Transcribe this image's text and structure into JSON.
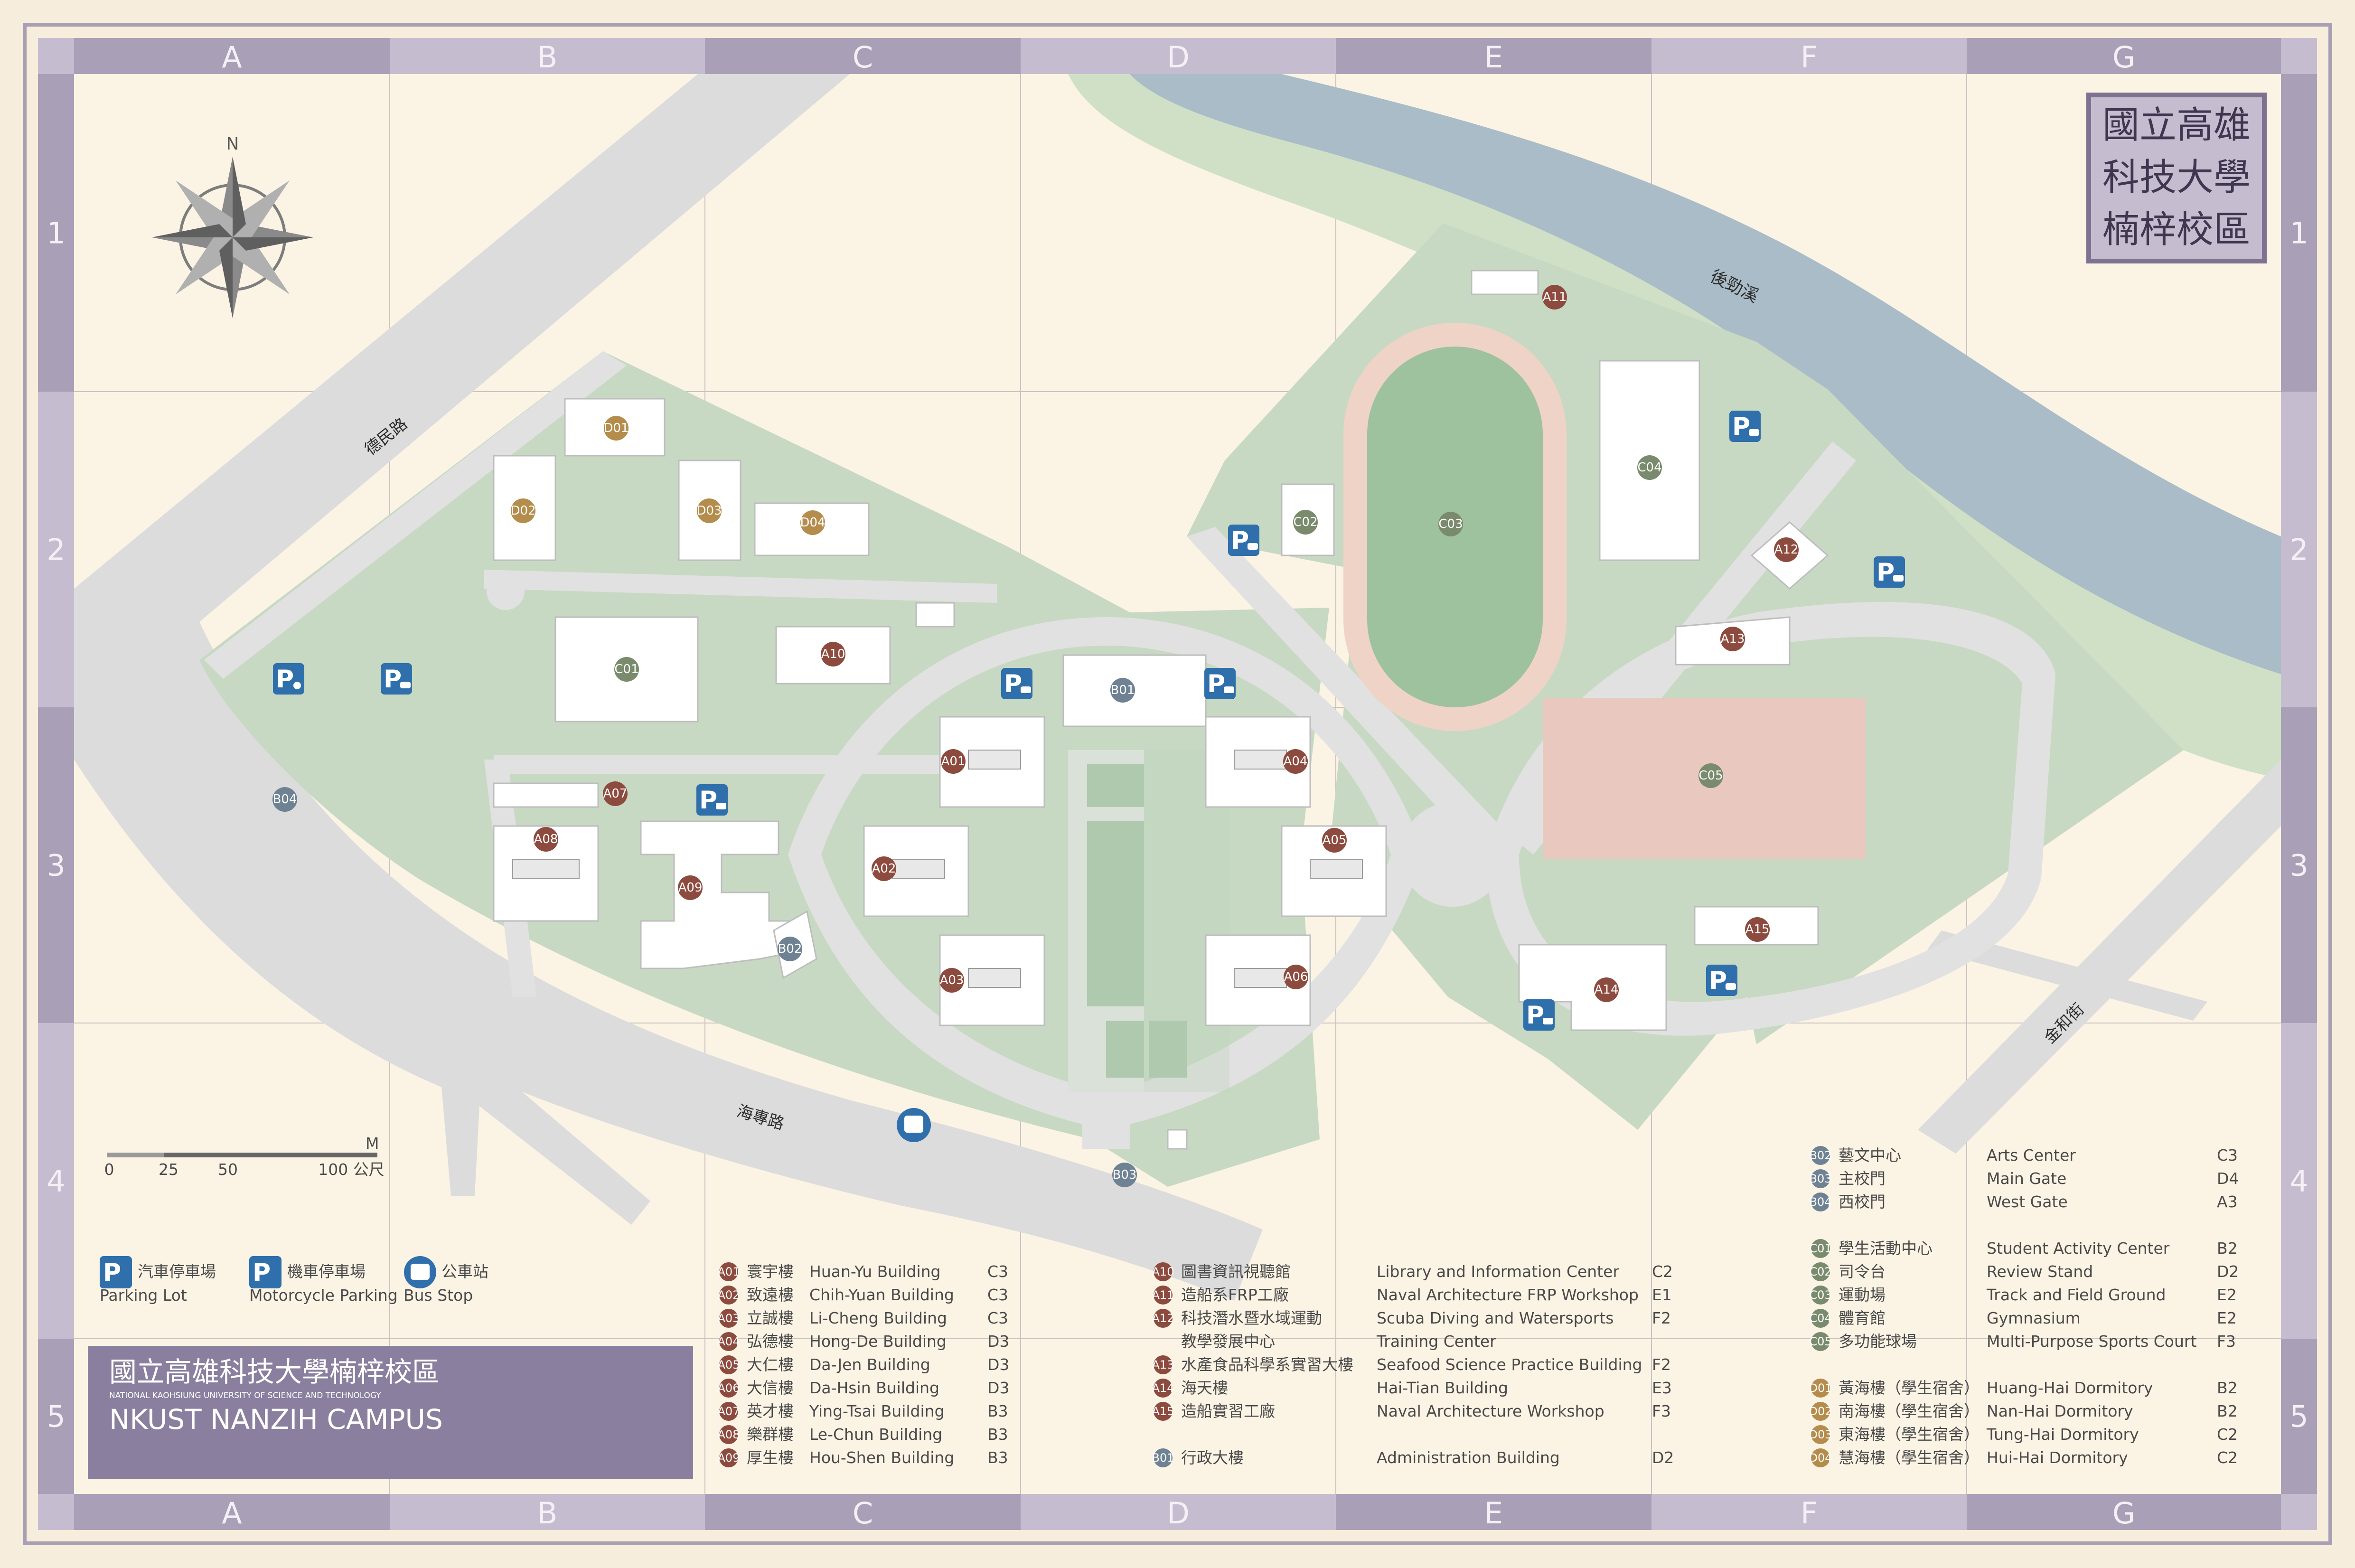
{
  "title": {
    "box_lines": [
      "國立高雄",
      "科技大學",
      "楠梓校區"
    ],
    "banner_cn": "國立高雄科技大學楠梓校區",
    "banner_en_small": "NATIONAL KAOHSIUNG UNIVERSITY OF SCIENCE AND TECHNOLOGY",
    "banner_en": "NKUST  NANZIH  CAMPUS"
  },
  "grid": {
    "columns": [
      "A",
      "B",
      "C",
      "D",
      "E",
      "F",
      "G"
    ],
    "rows": [
      "1",
      "2",
      "3",
      "4",
      "5"
    ]
  },
  "compass": {
    "north": "N"
  },
  "roads": {
    "demin": "德民路",
    "haizhuan": "海專路",
    "jinhe": "金和街",
    "houjing": "後勁溪"
  },
  "scale": {
    "labels": [
      "0",
      "25",
      "50",
      "100 公尺"
    ],
    "unit": "M"
  },
  "legend_symbols": [
    {
      "icon": "car-parking",
      "cn": "汽車停車場",
      "en": "Parking Lot"
    },
    {
      "icon": "motorcycle-parking",
      "cn": "機車停車場",
      "en": "Motorcycle Parking"
    },
    {
      "icon": "bus",
      "cn": "公車站",
      "en": "Bus Stop"
    }
  ],
  "buildings": [
    {
      "code": "A01",
      "cn": "寰宇樓",
      "en": "Huan-Yu Building",
      "grid": "C3"
    },
    {
      "code": "A02",
      "cn": "致遠樓",
      "en": "Chih-Yuan Building",
      "grid": "C3"
    },
    {
      "code": "A03",
      "cn": "立誠樓",
      "en": "Li-Cheng Building",
      "grid": "C3"
    },
    {
      "code": "A04",
      "cn": "弘德樓",
      "en": "Hong-De Building",
      "grid": "D3"
    },
    {
      "code": "A05",
      "cn": "大仁樓",
      "en": "Da-Jen Building",
      "grid": "D3"
    },
    {
      "code": "A06",
      "cn": "大信樓",
      "en": "Da-Hsin Building",
      "grid": "D3"
    },
    {
      "code": "A07",
      "cn": "英才樓",
      "en": "Ying-Tsai Building",
      "grid": "B3"
    },
    {
      "code": "A08",
      "cn": "樂群樓",
      "en": "Le-Chun Building",
      "grid": "B3"
    },
    {
      "code": "A09",
      "cn": "厚生樓",
      "en": "Hou-Shen Building",
      "grid": "B3"
    },
    {
      "code": "A10",
      "cn": "圖書資訊視聽館",
      "en": "Library and Information Center",
      "grid": "C2"
    },
    {
      "code": "A11",
      "cn": "造船系FRP工廠",
      "en": "Naval Architecture FRP Workshop",
      "grid": "E1"
    },
    {
      "code": "A12",
      "cn": "科技潛水暨水域運動",
      "en": "Scuba Diving and Watersports",
      "grid": "F2"
    },
    {
      "code": "",
      "cn": "教學發展中心",
      "en": "Training Center",
      "grid": ""
    },
    {
      "code": "A13",
      "cn": "水產食品科學系實習大樓",
      "en": "Seafood Science Practice Building",
      "grid": "F2"
    },
    {
      "code": "A14",
      "cn": "海天樓",
      "en": "Hai-Tian Building",
      "grid": "E3"
    },
    {
      "code": "A15",
      "cn": "造船實習工廠",
      "en": "Naval Architecture Workshop",
      "grid": "F3"
    },
    {
      "code": "B01",
      "cn": "行政大樓",
      "en": "Administration Building",
      "grid": "D2"
    },
    {
      "code": "B02",
      "cn": "藝文中心",
      "en": "Arts Center",
      "grid": "C3"
    },
    {
      "code": "B03",
      "cn": "主校門",
      "en": "Main Gate",
      "grid": "D4"
    },
    {
      "code": "B04",
      "cn": "西校門",
      "en": "West Gate",
      "grid": "A3"
    },
    {
      "code": "C01",
      "cn": "學生活動中心",
      "en": "Student Activity Center",
      "grid": "B2"
    },
    {
      "code": "C02",
      "cn": "司令台",
      "en": "Review Stand",
      "grid": "D2"
    },
    {
      "code": "C03",
      "cn": "運動場",
      "en": "Track and Field Ground",
      "grid": "E2"
    },
    {
      "code": "C04",
      "cn": "體育館",
      "en": "Gymnasium",
      "grid": "E2"
    },
    {
      "code": "C05",
      "cn": "多功能球場",
      "en": "Multi-Purpose Sports Court",
      "grid": "F3"
    },
    {
      "code": "D01",
      "cn": "黃海樓（學生宿舍）",
      "en": "Huang-Hai Dormitory",
      "grid": "B2"
    },
    {
      "code": "D02",
      "cn": "南海樓（學生宿舍）",
      "en": "Nan-Hai Dormitory",
      "grid": "B2"
    },
    {
      "code": "D03",
      "cn": "東海樓（學生宿舍）",
      "en": "Tung-Hai Dormitory",
      "grid": "C2"
    },
    {
      "code": "D04",
      "cn": "慧海樓（學生宿舍）",
      "en": "Hui-Hai Dormitory",
      "grid": "C2"
    }
  ],
  "colors": {
    "frame": "#9d92ab",
    "paper": "#fbf3e4",
    "campus_green": "#c7d9c3",
    "road": "#dcdcdc",
    "river": "#a9bcc8",
    "track": "#efd3c7",
    "court": "#e9c9bf",
    "field": "#9fc29e",
    "code_a": "#8c4b3e",
    "code_b": "#6e8293",
    "code_c": "#7a8a6c",
    "code_d": "#b48d4c",
    "parking_blue": "#2f6fab",
    "title_box": "#8a7f9e"
  }
}
